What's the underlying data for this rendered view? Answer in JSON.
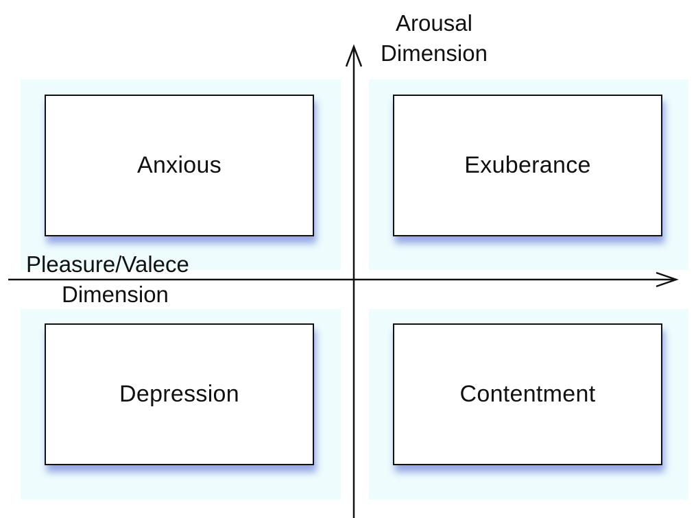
{
  "axes": {
    "y_axis": {
      "label_line1": "Arousal",
      "label_line2": "Dimension"
    },
    "x_axis": {
      "label_line1": "Pleasure/Valece",
      "label_line2": "Dimension"
    }
  },
  "quadrants": {
    "top_left": {
      "label": "Anxious"
    },
    "top_right": {
      "label": "Exuberance"
    },
    "bottom_left": {
      "label": "Depression"
    },
    "bottom_right": {
      "label": "Contentment"
    }
  },
  "colors": {
    "quadrant_background": "#eefcfd",
    "box_shadow": "#283cc8",
    "line": "#111111"
  }
}
